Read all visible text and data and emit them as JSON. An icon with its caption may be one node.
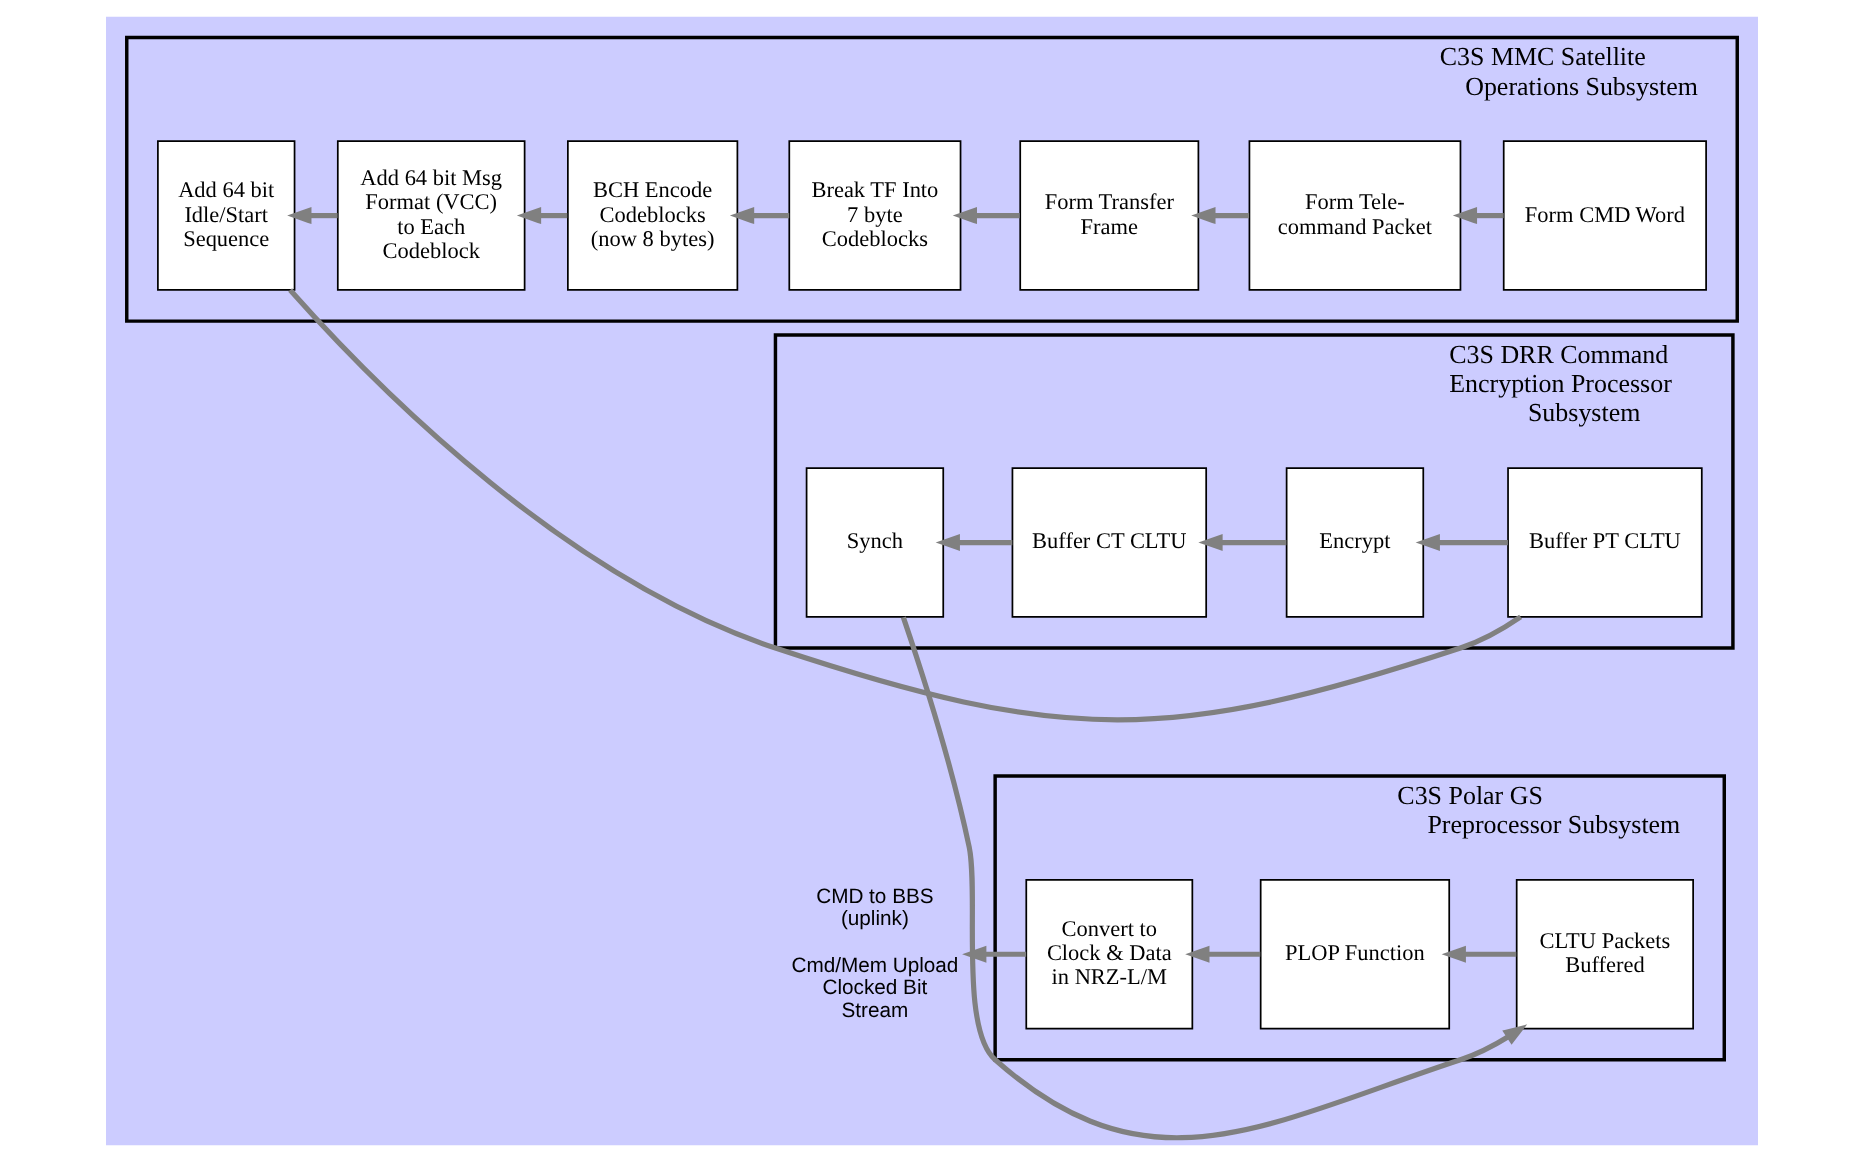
{
  "diagram": {
    "nodes": [
      {
        "text": [
          "C3S MMC Satellite Operations Subsystem"
        ]
      },
      {
        "text": [
          "Add 64 bit Idle/Start Sequence"
        ],
        "in": 0
      },
      {
        "text": [
          "Add 64 bit Msg Format (VCC) to Each Codeblock"
        ],
        "in": 0
      },
      {
        "text": [
          "BCH Encode Codeblocks (now 8 bytes)"
        ],
        "in": 0
      },
      {
        "text": [
          "Break TF Into 7 byte Codeblocks"
        ],
        "in": 0
      },
      {
        "text": [
          "Form Transfer Frame"
        ],
        "in": 0
      },
      {
        "text": [
          "Form Tele- command Packet"
        ],
        "in": 0
      },
      {
        "text": [
          "Form CMD Word"
        ],
        "in": 0
      },
      {
        "text": [
          "C3S Polar GS Preprocessor Subsystem"
        ]
      },
      {
        "text": [
          "Convert to Clock & Data in NRZ-L/M"
        ],
        "in": 8
      },
      {
        "text": [
          "PLOP Function"
        ],
        "in": 8
      },
      {
        "text": [
          "CLTU Packets Buffered"
        ],
        "in": 8
      },
      {
        "text": [
          "C3S DRR Command Encryption Processor Subsystem"
        ]
      },
      {
        "text": [
          "Synch"
        ],
        "in": 12
      },
      {
        "text": [
          "Buffer CT CLTU"
        ],
        "in": 12
      },
      {
        "text": [
          "Encrypt"
        ],
        "in": 12
      },
      {
        "text": [
          "Buffer PT CLTU"
        ],
        "in": 12
      },
      {
        "text": [
          "CMD to BBS (uplink)",
          "Cmd/Mem Upload Clocked Bit Stream"
        ]
      }
    ],
    "edges": [
      {
        "from": 7,
        "to": 6,
        "arrow": "to"
      },
      {
        "from": 6,
        "to": 5,
        "arrow": "to"
      },
      {
        "from": 5,
        "to": 4,
        "arrow": "to"
      },
      {
        "from": 4,
        "to": 3,
        "arrow": "to"
      },
      {
        "from": 3,
        "to": 2,
        "arrow": "to"
      },
      {
        "from": 2,
        "to": 1,
        "arrow": "to"
      },
      {
        "from": 1,
        "to": 16,
        "arrow": "none"
      },
      {
        "from": 16,
        "to": 15,
        "arrow": "to"
      },
      {
        "from": 15,
        "to": 14,
        "arrow": "to"
      },
      {
        "from": 14,
        "to": 13,
        "arrow": "to"
      },
      {
        "from": 13,
        "to": 11,
        "arrow": "to"
      },
      {
        "from": 11,
        "to": 10,
        "arrow": "to"
      },
      {
        "from": 10,
        "to": 9,
        "arrow": "to"
      },
      {
        "from": 9,
        "to": 17,
        "arrow": "to"
      }
    ]
  }
}
